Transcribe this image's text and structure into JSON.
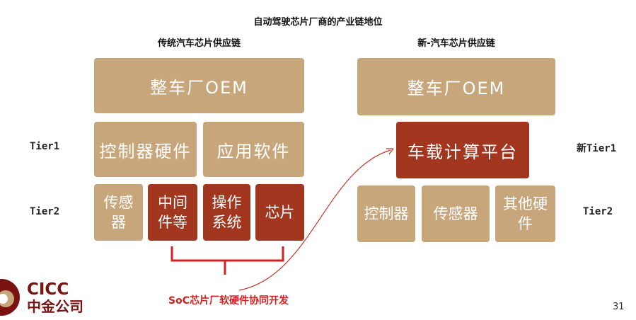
{
  "title": "自动驾驶芯片厂商的产业链地位",
  "left": {
    "heading": "传统汽车芯片供应链",
    "oem": "整车厂OEM",
    "tier1": [
      "控制器硬件",
      "应用软件"
    ],
    "tier2": [
      "传感\n器",
      "中间\n件等",
      "操作\n系统",
      "芯片"
    ]
  },
  "right": {
    "heading": "新-汽车芯片供应链",
    "oem": "整车厂OEM",
    "tier1": "车载计算平台",
    "tier2": [
      "控制器",
      "传感器",
      "其他硬\n件"
    ]
  },
  "labels": {
    "tier1_left": "Tier1",
    "tier2_left": "Tier2",
    "tier1_right": "新Tier1",
    "tier2_right": "Tier2"
  },
  "annotation": "SoC芯片厂软硬件协同开发",
  "logo": {
    "en": "CICC",
    "cn": "中金公司"
  },
  "page_number": "31",
  "colors": {
    "tan": "#c8a67c",
    "red": "#a2361f",
    "annotation": "#d42020"
  }
}
